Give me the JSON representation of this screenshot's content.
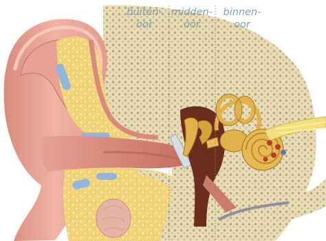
{
  "labels": {
    "outer_ear": {
      "line1": "buiten-",
      "line2": "oor"
    },
    "middle_ear": {
      "line1": "midden-",
      "line2": "oor"
    },
    "inner_ear": {
      "line1": "binnen-",
      "line2": "oor"
    }
  },
  "colors": {
    "label_text": "#7f9eaa",
    "skin": "#e9a597",
    "skin_dark": "#c9705f",
    "fat": "#f1d27a",
    "bone": "#e8dcb8",
    "cartilage_blue": "#93b4dc",
    "ossicle_gold": "#e2b24a",
    "divider": "#8a8a8a"
  }
}
